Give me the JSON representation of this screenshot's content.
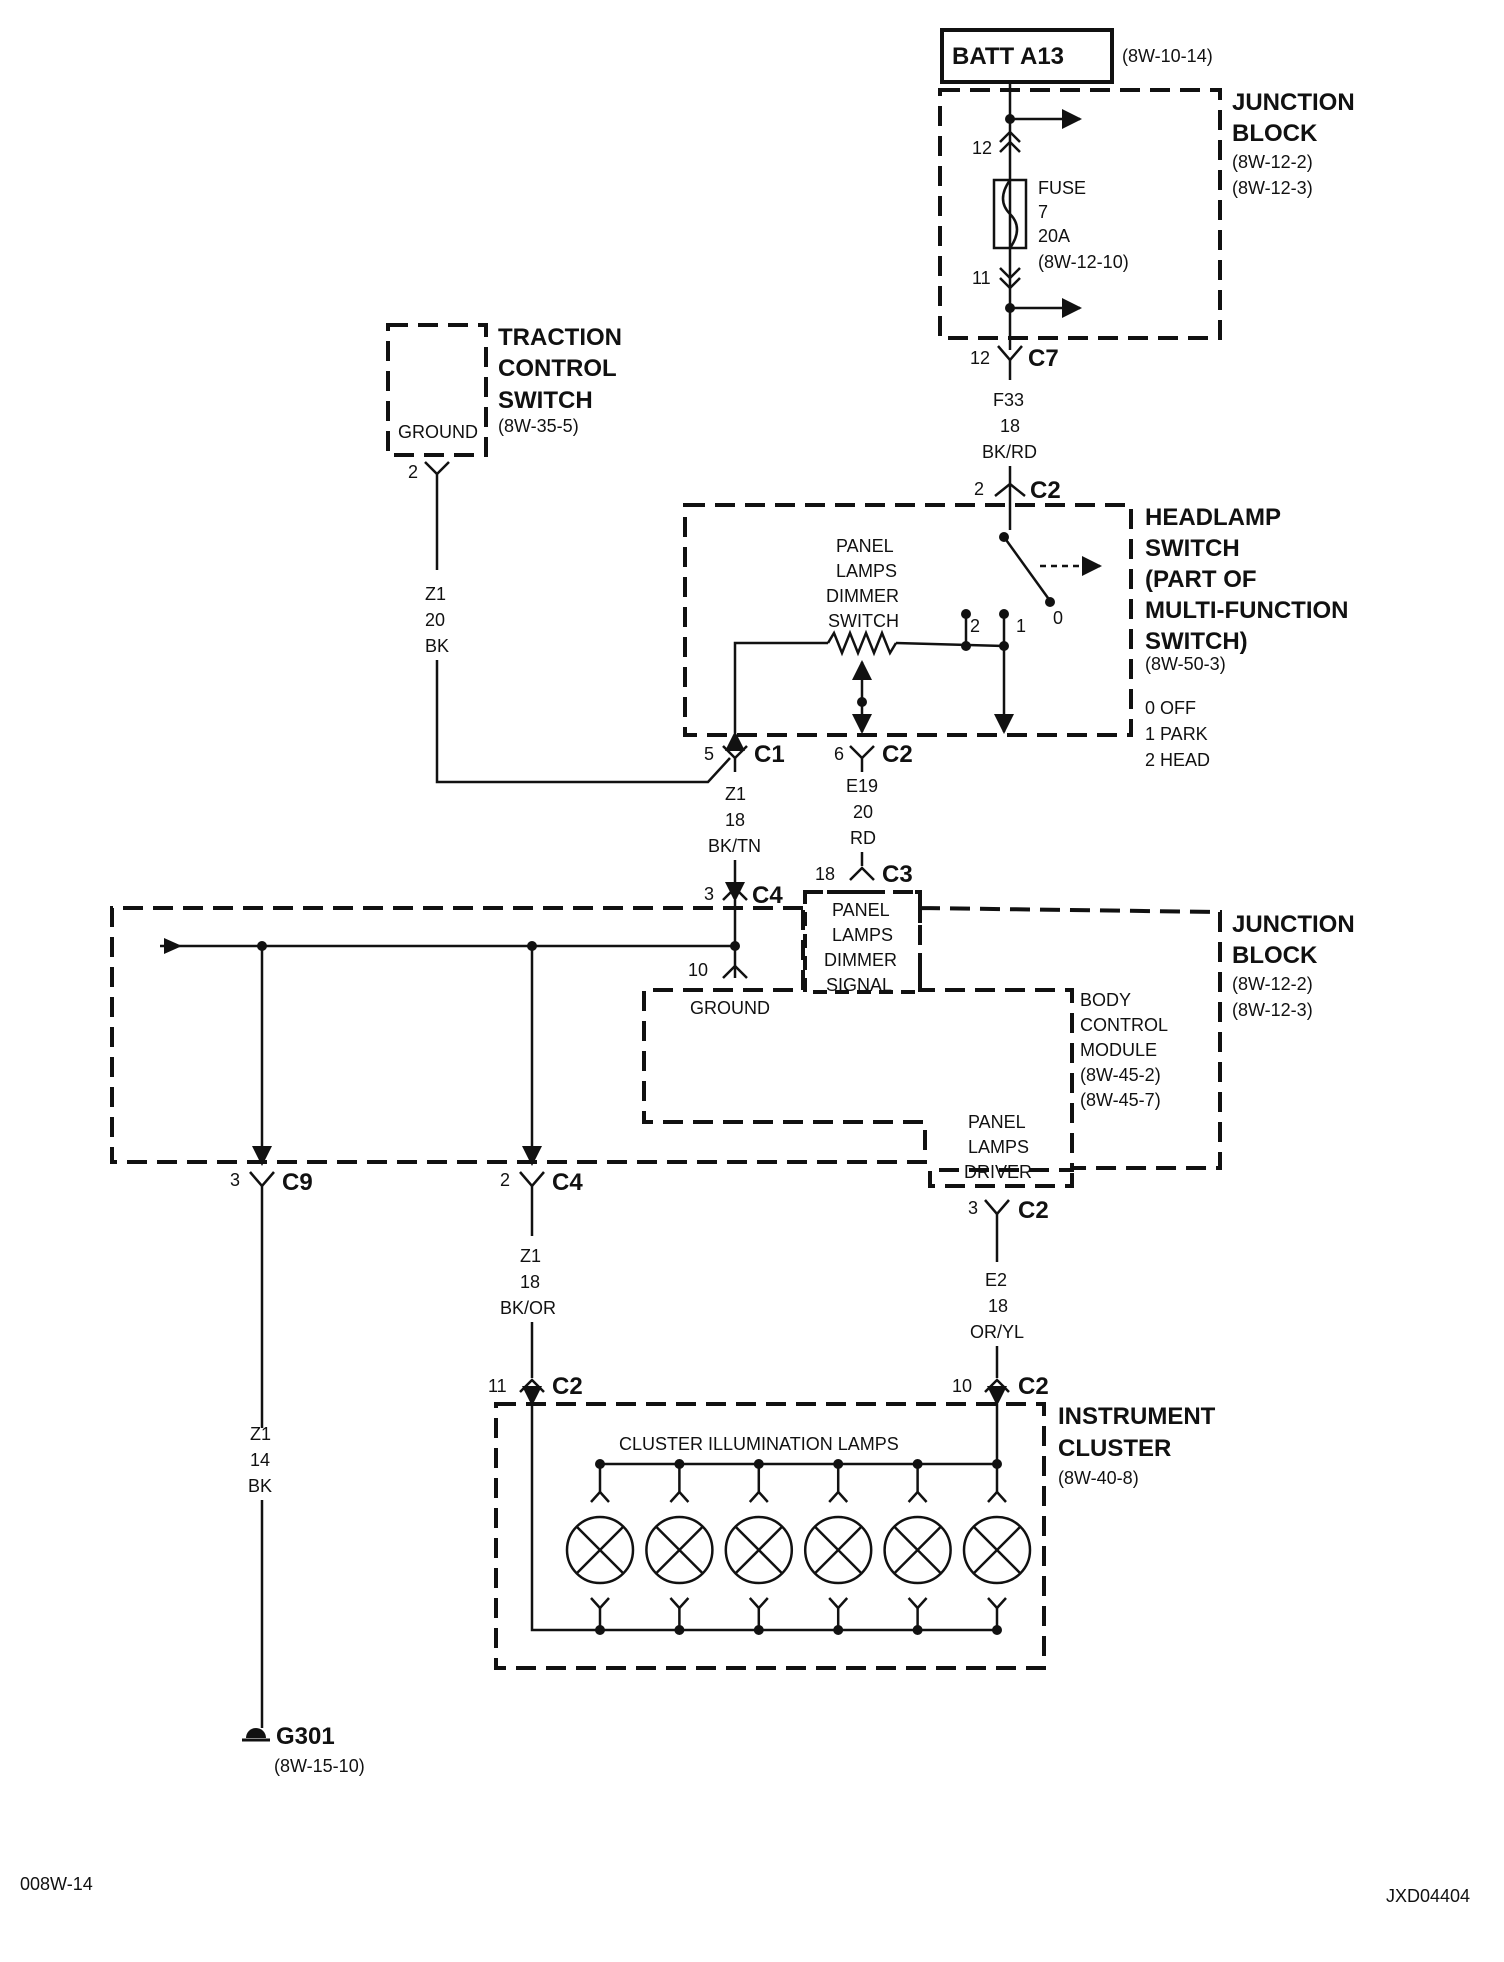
{
  "batt": {
    "label": "BATT A13",
    "ref": "(8W-10-14)"
  },
  "junction_top": {
    "title1": "JUNCTION",
    "title2": "BLOCK",
    "ref1": "(8W-12-2)",
    "ref2": "(8W-12-3)"
  },
  "fuse": {
    "label": "FUSE",
    "number": "7",
    "amps": "20A",
    "ref": "(8W-12-10)",
    "pin_in": "12",
    "pin_out": "11"
  },
  "c7": {
    "pin": "12",
    "name": "C7"
  },
  "wire_f33": {
    "code": "F33",
    "gauge": "18",
    "color": "BK/RD"
  },
  "traction": {
    "title1": "TRACTION",
    "title2": "CONTROL",
    "title3": "SWITCH",
    "ground": "GROUND",
    "ref": "(8W-35-5)",
    "pin": "2"
  },
  "wire_z1_20": {
    "code": "Z1",
    "gauge": "20",
    "color": "BK"
  },
  "headlamp": {
    "pin_top": "2",
    "conn_top": "C2",
    "title1": "HEADLAMP",
    "title2": "SWITCH",
    "title3": "(PART OF",
    "title4": "MULTI-FUNCTION",
    "title5": "SWITCH)",
    "ref": "(8W-50-3)",
    "dimmer1": "PANEL",
    "dimmer2": "LAMPS",
    "dimmer3": "DIMMER",
    "dimmer4": "SWITCH",
    "pos_2": "2",
    "pos_1": "1",
    "pos_0": "0",
    "legend": [
      "0 OFF",
      "1 PARK",
      "2 HEAD"
    ],
    "pin_c1": "5",
    "conn_c1": "C1",
    "pin_c2": "6",
    "conn_c2": "C2"
  },
  "wire_z1_18_bktn": {
    "code": "Z1",
    "gauge": "18",
    "color": "BK/TN"
  },
  "wire_e19": {
    "code": "E19",
    "gauge": "20",
    "color": "RD"
  },
  "junction_mid": {
    "pin_c4": "3",
    "conn_c4": "C4",
    "pin_c3": "18",
    "conn_c3": "C3",
    "sig1": "PANEL",
    "sig2": "LAMPS",
    "sig3": "DIMMER",
    "sig4": "SIGNAL",
    "ground_pin": "10",
    "ground": "GROUND",
    "title1": "JUNCTION",
    "title2": "BLOCK",
    "ref1": "(8W-12-2)",
    "ref2": "(8W-12-3)",
    "bcm1": "BODY",
    "bcm2": "CONTROL",
    "bcm3": "MODULE",
    "bcm_ref1": "(8W-45-2)",
    "bcm_ref2": "(8W-45-7)",
    "drv1": "PANEL",
    "drv2": "LAMPS",
    "drv3": "DRIVER",
    "pin_c9": "3",
    "conn_c9": "C9",
    "pin_c4b": "2",
    "conn_c4b": "C4",
    "pin_c2": "3",
    "conn_c2": "C2"
  },
  "wire_z1_14": {
    "code": "Z1",
    "gauge": "14",
    "color": "BK"
  },
  "wire_z1_18_bkor": {
    "code": "Z1",
    "gauge": "18",
    "color": "BK/OR"
  },
  "wire_e2": {
    "code": "E2",
    "gauge": "18",
    "color": "OR/YL"
  },
  "cluster": {
    "pin_left": "11",
    "conn_left": "C2",
    "pin_right": "10",
    "conn_right": "C2",
    "lamps_label": "CLUSTER ILLUMINATION LAMPS",
    "title1": "INSTRUMENT",
    "title2": "CLUSTER",
    "ref": "(8W-40-8)",
    "lamp_count": 6
  },
  "ground": {
    "label": "G301",
    "ref": "(8W-15-10)"
  },
  "footer": {
    "left": "008W-14",
    "right": "JXD04404"
  },
  "icons": [
    "ground-symbol-icon",
    "fuse-icon",
    "lamp-icon",
    "connector-icon",
    "arrow-icon"
  ]
}
